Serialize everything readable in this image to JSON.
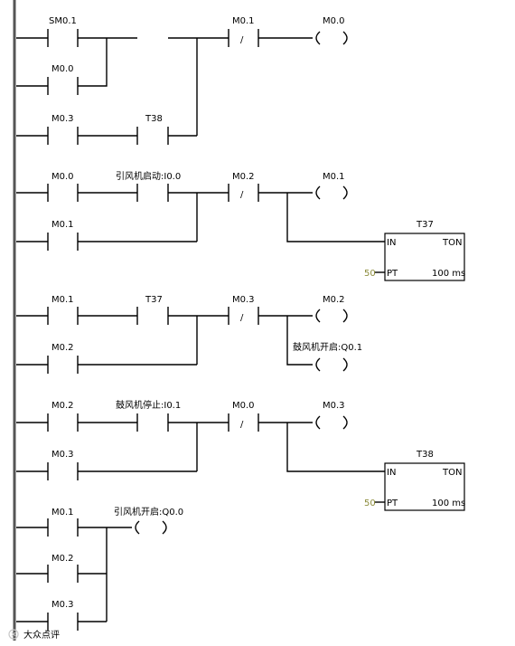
{
  "networks": [
    {
      "contacts": [
        {
          "label": "SM0.1",
          "type": "NO"
        },
        {
          "label": "M0.0",
          "type": "NO"
        },
        {
          "label": "M0.3",
          "type": "NO"
        },
        {
          "label": "T38",
          "type": "NO"
        },
        {
          "label": "M0.1",
          "type": "NC",
          "symbol": "/"
        }
      ],
      "coils": [
        {
          "label": "M0.0"
        }
      ]
    },
    {
      "contacts": [
        {
          "label": "M0.0",
          "type": "NO"
        },
        {
          "label": "引风机启动:I0.0",
          "type": "NO"
        },
        {
          "label": "M0.1",
          "type": "NO"
        },
        {
          "label": "M0.2",
          "type": "NC",
          "symbol": "/"
        }
      ],
      "coils": [
        {
          "label": "M0.1"
        }
      ],
      "timers": [
        {
          "name": "T37",
          "in": "IN",
          "type": "TON",
          "pt_value": "50",
          "pt": "PT",
          "base": "100 ms"
        }
      ]
    },
    {
      "contacts": [
        {
          "label": "M0.1",
          "type": "NO"
        },
        {
          "label": "T37",
          "type": "NO"
        },
        {
          "label": "M0.2",
          "type": "NO"
        },
        {
          "label": "M0.3",
          "type": "NC",
          "symbol": "/"
        }
      ],
      "coils": [
        {
          "label": "M0.2"
        },
        {
          "label": "鼓风机开启:Q0.1"
        }
      ]
    },
    {
      "contacts": [
        {
          "label": "M0.2",
          "type": "NO"
        },
        {
          "label": "鼓风机停止:I0.1",
          "type": "NO"
        },
        {
          "label": "M0.3",
          "type": "NO"
        },
        {
          "label": "M0.0",
          "type": "NC",
          "symbol": "/"
        }
      ],
      "coils": [
        {
          "label": "M0.3"
        }
      ],
      "timers": [
        {
          "name": "T38",
          "in": "IN",
          "type": "TON",
          "pt_value": "50",
          "pt": "PT",
          "base": "100 ms"
        }
      ]
    },
    {
      "contacts": [
        {
          "label": "M0.1",
          "type": "NO"
        },
        {
          "label": "M0.2",
          "type": "NO"
        },
        {
          "label": "M0.3",
          "type": "NO"
        }
      ],
      "coils": [
        {
          "label": "引风机开启:Q0.0"
        }
      ]
    }
  ],
  "watermark": {
    "text": "大众点评",
    "icon": "watermark-logo-icon"
  }
}
